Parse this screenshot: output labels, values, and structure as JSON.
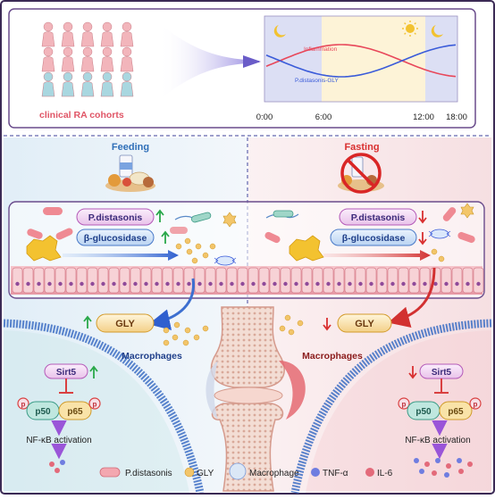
{
  "top_panel": {
    "cohort_label": "clinical RA cohorts",
    "inflammation_label": "Inflammation",
    "bacteria_gly_label": "P.distasonis-GLY",
    "time_ticks": [
      "0:00",
      "6:00",
      "12:00",
      "18:00"
    ]
  },
  "left_panel": {
    "heading": "Feeding",
    "bacterium_label": "P.distasonis",
    "enzyme_label": "β-glucosidase",
    "gly_label": "GLY",
    "macrophages_label": "Macrophages",
    "sirt5_label": "Sirt5",
    "p50_label": "p50",
    "p65_label": "p65",
    "phospho_label": "p",
    "nfkb_label": "NF-κB activation"
  },
  "right_panel": {
    "heading": "Fasting",
    "bacterium_label": "P.distasonis",
    "enzyme_label": "β-glucosidase",
    "gly_label": "GLY",
    "macrophages_label": "Macrophages",
    "sirt5_label": "Sirt5",
    "p50_label": "p50",
    "p65_label": "p65",
    "phospho_label": "p",
    "nfkb_label": "NF-κB activation"
  },
  "legend": {
    "items": [
      "P.distasonis",
      "GLY",
      "Macrophage",
      "TNF-α",
      "IL-6"
    ]
  },
  "colors": {
    "inflammation": "#e8475a",
    "bacteria_gly": "#3a5bd9",
    "frame": "#5a3a78",
    "increase_arrow": "#2aa84a",
    "decrease_arrow": "#d93030",
    "feeding_bg": "#dcecf5",
    "fasting_bg": "#f8e1e3"
  }
}
